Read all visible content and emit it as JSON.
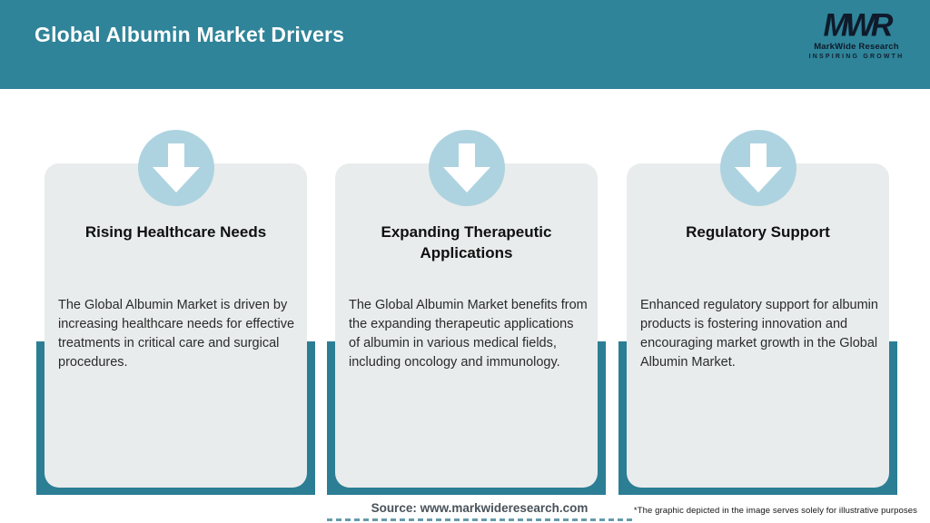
{
  "header": {
    "title": "Global Albumin Market Drivers",
    "logo": {
      "mark": "MWR",
      "name": "MarkWide Research",
      "tagline": "INSPIRING GROWTH"
    }
  },
  "cards": [
    {
      "title": "Rising Healthcare Needs",
      "description": "The Global Albumin Market is driven by increasing healthcare needs for effective treatments in critical care and surgical procedures."
    },
    {
      "title": "Expanding Therapeutic Applications",
      "description": "The Global Albumin Market benefits from the expanding therapeutic applications of albumin in various medical fields, including oncology and immunology."
    },
    {
      "title": "Regulatory Support",
      "description": "Enhanced regulatory support for albumin products is fostering innovation and encouraging market growth in the Global Albumin Market."
    }
  ],
  "footer": {
    "source": "Source: www.markwideresearch.com",
    "disclaimer": "*The graphic depicted in the image serves solely for illustrative purposes"
  },
  "icons": {
    "card_icon": "down-arrow-icon"
  },
  "colors": {
    "header_teal": "#2f8499",
    "card_backdrop_teal": "#2c7e95",
    "card_gray": "#e9ecec",
    "badge_blue": "#aed3e0",
    "arrow_white": "#ffffff",
    "logo_navy": "#0f1a2b"
  }
}
